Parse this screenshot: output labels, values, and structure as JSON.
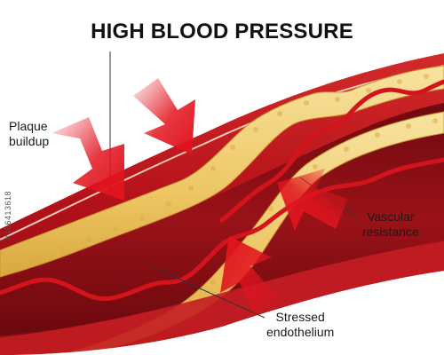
{
  "title": "HIGH BLOOD PRESSURE",
  "labels": {
    "plaque": [
      "Plaque",
      "buildup"
    ],
    "vascular": [
      "Vascular",
      "resistance"
    ],
    "endothelium": [
      "Stressed",
      "endothelium"
    ]
  },
  "credit": "#156413618",
  "colors": {
    "vessel_wall": "#b3111a",
    "vessel_wall_dark": "#7e0b12",
    "plaque": "#f2d27a",
    "plaque_dark": "#d8a83e",
    "lumen": "#8c1016",
    "arrow": "#e1141e",
    "endothelium": "#d4141c"
  }
}
